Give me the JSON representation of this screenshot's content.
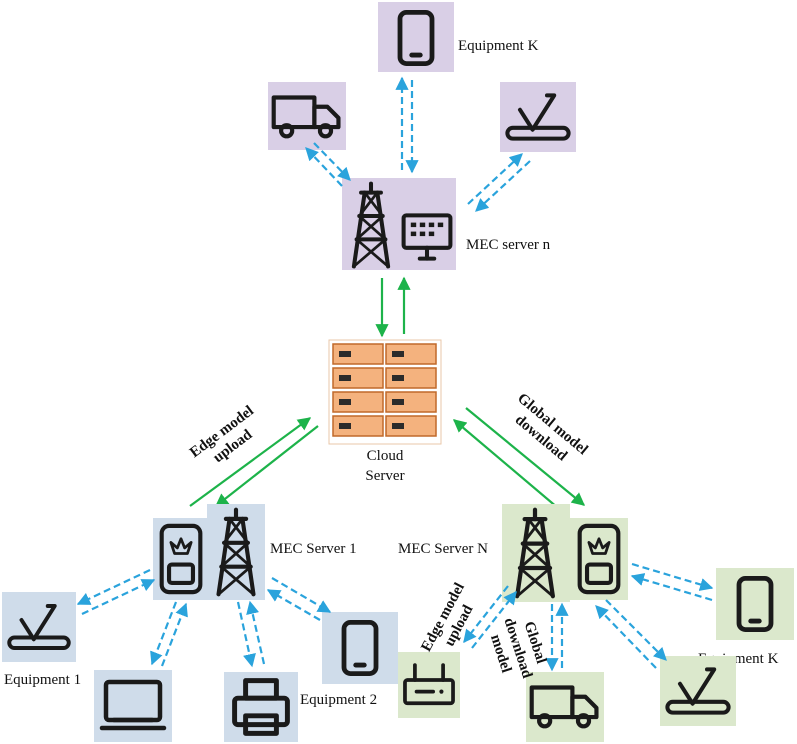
{
  "colors": {
    "purple_box": "#d9cfe6",
    "blue_box": "#cfdcea",
    "green_box": "#dbe8cc",
    "server_orange": "#f4b27e",
    "server_border": "#c0692a",
    "dashed_arrow": "#2aa3dc",
    "solid_arrow": "#1db34a"
  },
  "labels": {
    "equipment_k_top": "Equipment K",
    "mec_server_n_lower": "MEC server n",
    "cloud_line1": "Cloud",
    "cloud_line2": "Server",
    "edge_upload_line1": "Edge model",
    "edge_upload_line2": "upload",
    "global_download_line1": "Global model",
    "global_download_line2": "download",
    "mec_server_1": "MEC Server 1",
    "mec_server_N": "MEC Server N",
    "equipment_1": "Equipment 1",
    "equipment_2": "Equipment 2",
    "equipment_k_right": "Equipment K",
    "edge_upload_small_line1": "Edge model",
    "edge_upload_small_line2": "upload",
    "global_download_small_line1": "Global",
    "global_download_small_line2": "download",
    "global_download_small_line3": "model"
  },
  "icons": [
    "phone-icon",
    "truck-icon",
    "treadmill-icon",
    "tower-icon",
    "monitor-icon",
    "server-rack-icon",
    "router-icon",
    "printer-icon",
    "laptop-icon",
    "crown-device-icon"
  ]
}
